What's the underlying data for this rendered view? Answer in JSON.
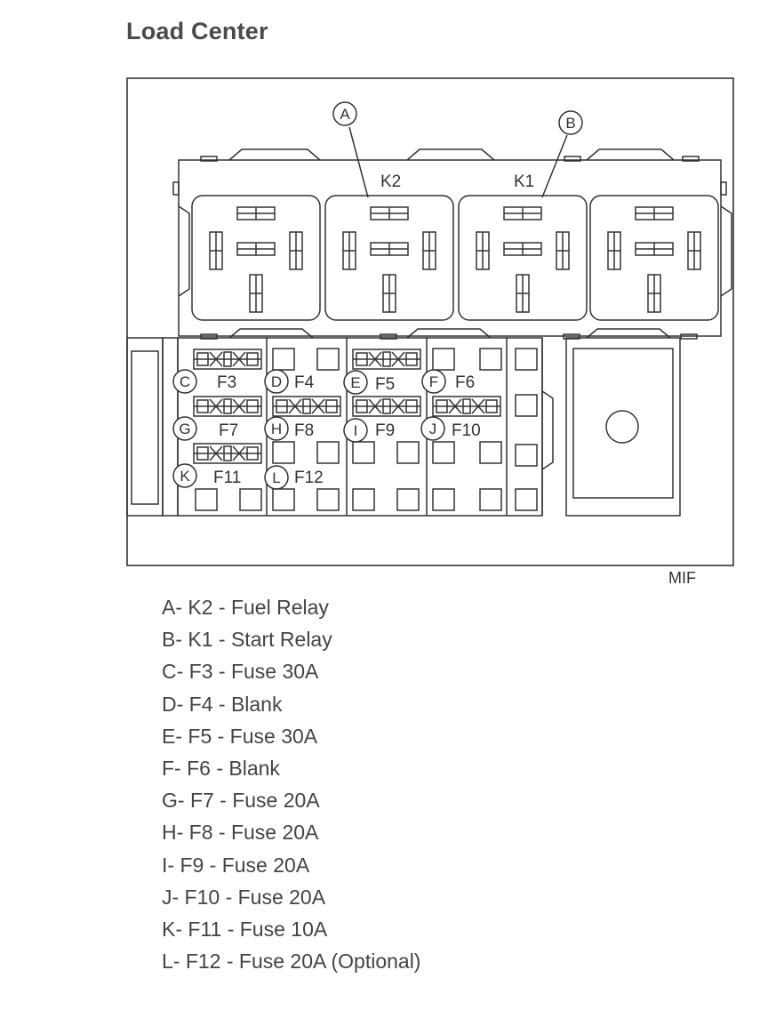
{
  "title": "Load Center",
  "source_mark": "MIF",
  "relays": [
    {
      "id": "relay-1",
      "label": ""
    },
    {
      "id": "relay-2",
      "label": "K2"
    },
    {
      "id": "relay-3",
      "label": "K1"
    },
    {
      "id": "relay-4",
      "label": ""
    }
  ],
  "callouts": [
    "A",
    "B",
    "C",
    "D",
    "E",
    "F",
    "G",
    "H",
    "I",
    "J",
    "K",
    "L"
  ],
  "fuse_labels": [
    "F3",
    "F4",
    "F5",
    "F6",
    "F7",
    "F8",
    "F9",
    "F10",
    "F11",
    "F12"
  ],
  "legend": [
    "A- K2 - Fuel Relay",
    "B- K1 - Start Relay",
    "C- F3 - Fuse 30A",
    "D- F4 - Blank",
    "E- F5 - Fuse 30A",
    "F- F6 - Blank",
    "G- F7 - Fuse 20A",
    "H- F8 - Fuse 20A",
    "I- F9 - Fuse 20A",
    "J- F10 - Fuse 20A",
    "K- F11 - Fuse 10A",
    "L- F12 - Fuse 20A (Optional)"
  ]
}
